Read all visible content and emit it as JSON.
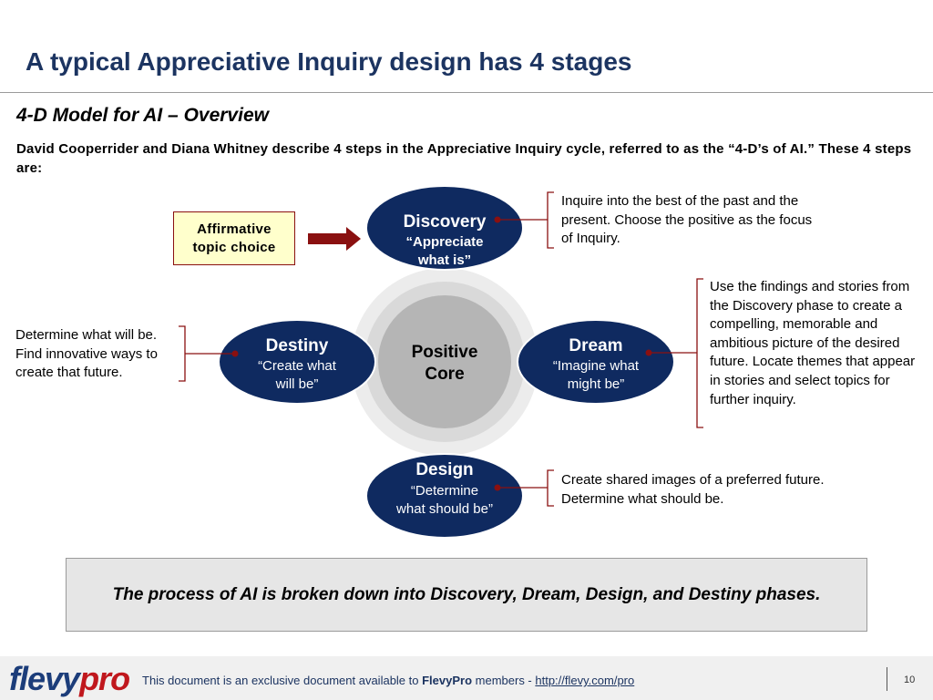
{
  "header": {
    "title": "A typical Appreciative Inquiry design has 4 stages",
    "subtitle": "4-D Model for AI – Overview",
    "intro": "David Cooperrider and Diana Whitney describe 4 steps in the Appreciative Inquiry cycle, referred to as the “4-D’s of AI.” These 4 steps are:"
  },
  "diagram": {
    "core": {
      "line1": "Positive",
      "line2": "Core"
    },
    "affirmative": {
      "line1": "Affirmative",
      "line2": "topic choice"
    },
    "stages": {
      "discovery": {
        "name": "Discovery",
        "quote1": "“Appreciate",
        "quote2": "what is”"
      },
      "dream": {
        "name": "Dream",
        "quote1": "“Imagine what",
        "quote2": "might be”"
      },
      "design": {
        "name": "Design",
        "quote1": "“Determine",
        "quote2": "what should be”"
      },
      "destiny": {
        "name": "Destiny",
        "quote1": "“Create what",
        "quote2": "will be”"
      }
    },
    "notes": {
      "discovery": "Inquire into the best of the past and the present. Choose the positive as the focus of Inquiry.",
      "dream": "Use the findings and stories from the Discovery phase to create a compelling, memorable and ambitious picture of the desired future. Locate themes that appear in stories and select topics for further inquiry.",
      "design": "Create shared images of a preferred future. Determine what should be.",
      "destiny": "Determine what will be. Find innovative ways to create that future."
    },
    "colors": {
      "oval": "#0f2a60",
      "core_ring": "#d9d9d9",
      "core": "#b5b5b5",
      "accent": "#8a1010"
    }
  },
  "summary": "The process of AI is broken down into Discovery, Dream, Design, and Destiny phases.",
  "footer": {
    "logo_part1": "flevy",
    "logo_part2": "pro",
    "text_before": "This document is an exclusive document available to ",
    "brand": "FlevyPro",
    "text_middle": " members - ",
    "link": "http://flevy.com/pro",
    "page_number": "10"
  }
}
